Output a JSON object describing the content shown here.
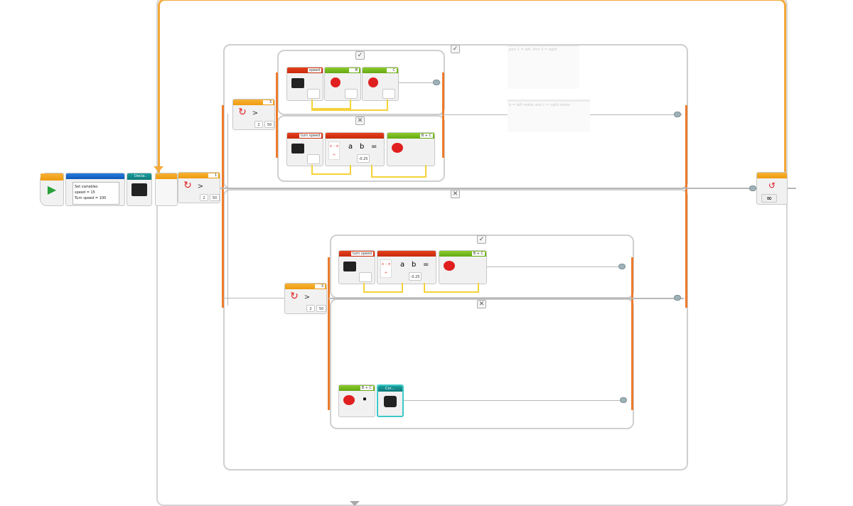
{
  "program": {
    "start_block": {
      "icon": "play-icon"
    },
    "variables_comment": {
      "lines": [
        "Set variables",
        "speed = 15",
        "Turn speed = 100"
      ]
    },
    "my_block": {
      "label": "Decla..",
      "icon": "briefcase-icon"
    },
    "loop_outer": {
      "mode": "∞",
      "icon": "loop-icon"
    },
    "switch_main": {
      "port": "1",
      "compare": ">",
      "threshold": "50",
      "mode": "2"
    },
    "switch_top": {
      "port": "3",
      "compare": ">",
      "threshold": "50",
      "mode": "2"
    },
    "switch_bottom": {
      "port": "3",
      "compare": ">",
      "threshold": "50",
      "mode": "2"
    },
    "case_true": "✓",
    "case_false": "✕",
    "top_true_case": {
      "variable_block": {
        "name": "speed"
      },
      "motor_b": {
        "port": "B"
      },
      "motor_c": {
        "port": "C"
      }
    },
    "top_false_case": {
      "variable_block": {
        "name": "turn speed"
      },
      "math_block": {
        "a": "a",
        "b": "b",
        "eq": "=",
        "b_value": "-0.25",
        "ops": "+ - × ÷"
      },
      "tank_block": {
        "port": "B + C"
      }
    },
    "bottom_true_case": {
      "variable_block": {
        "name": "turn speed"
      },
      "math_block": {
        "a": "a",
        "b": "b",
        "eq": "=",
        "b_value": "-0.25",
        "ops": "+ - × ÷"
      },
      "tank_block": {
        "port": "B + C"
      }
    },
    "bottom_false_case": {
      "steering_block": {
        "port": "B + C"
      },
      "custom_block": {
        "label": "Cor..."
      }
    },
    "comments": [
      "port 1 = left, Port 3 = right",
      "b = left motor and c = right motor"
    ]
  }
}
